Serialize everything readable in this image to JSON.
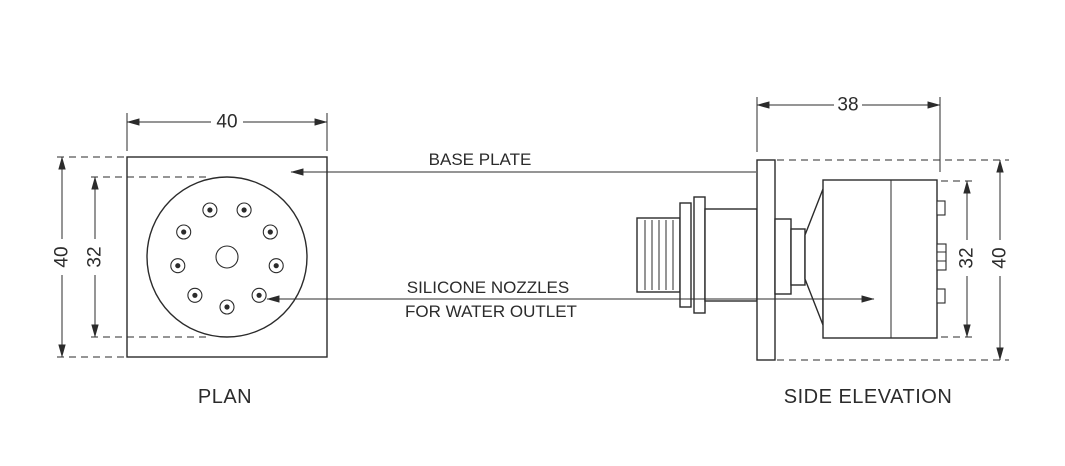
{
  "plan": {
    "label": "PLAN",
    "dims": {
      "width": "40",
      "height": "40",
      "circle": "32"
    }
  },
  "side": {
    "label": "SIDE ELEVATION",
    "dims": {
      "depth": "38",
      "body_height": "32",
      "plate_height": "40"
    }
  },
  "annotations": {
    "base_plate": "BASE PLATE",
    "nozzles_line1": "SILICONE NOZZLES",
    "nozzles_line2": "FOR WATER OUTLET"
  },
  "colors": {
    "line": "#2b2b2b",
    "background": "#ffffff"
  }
}
